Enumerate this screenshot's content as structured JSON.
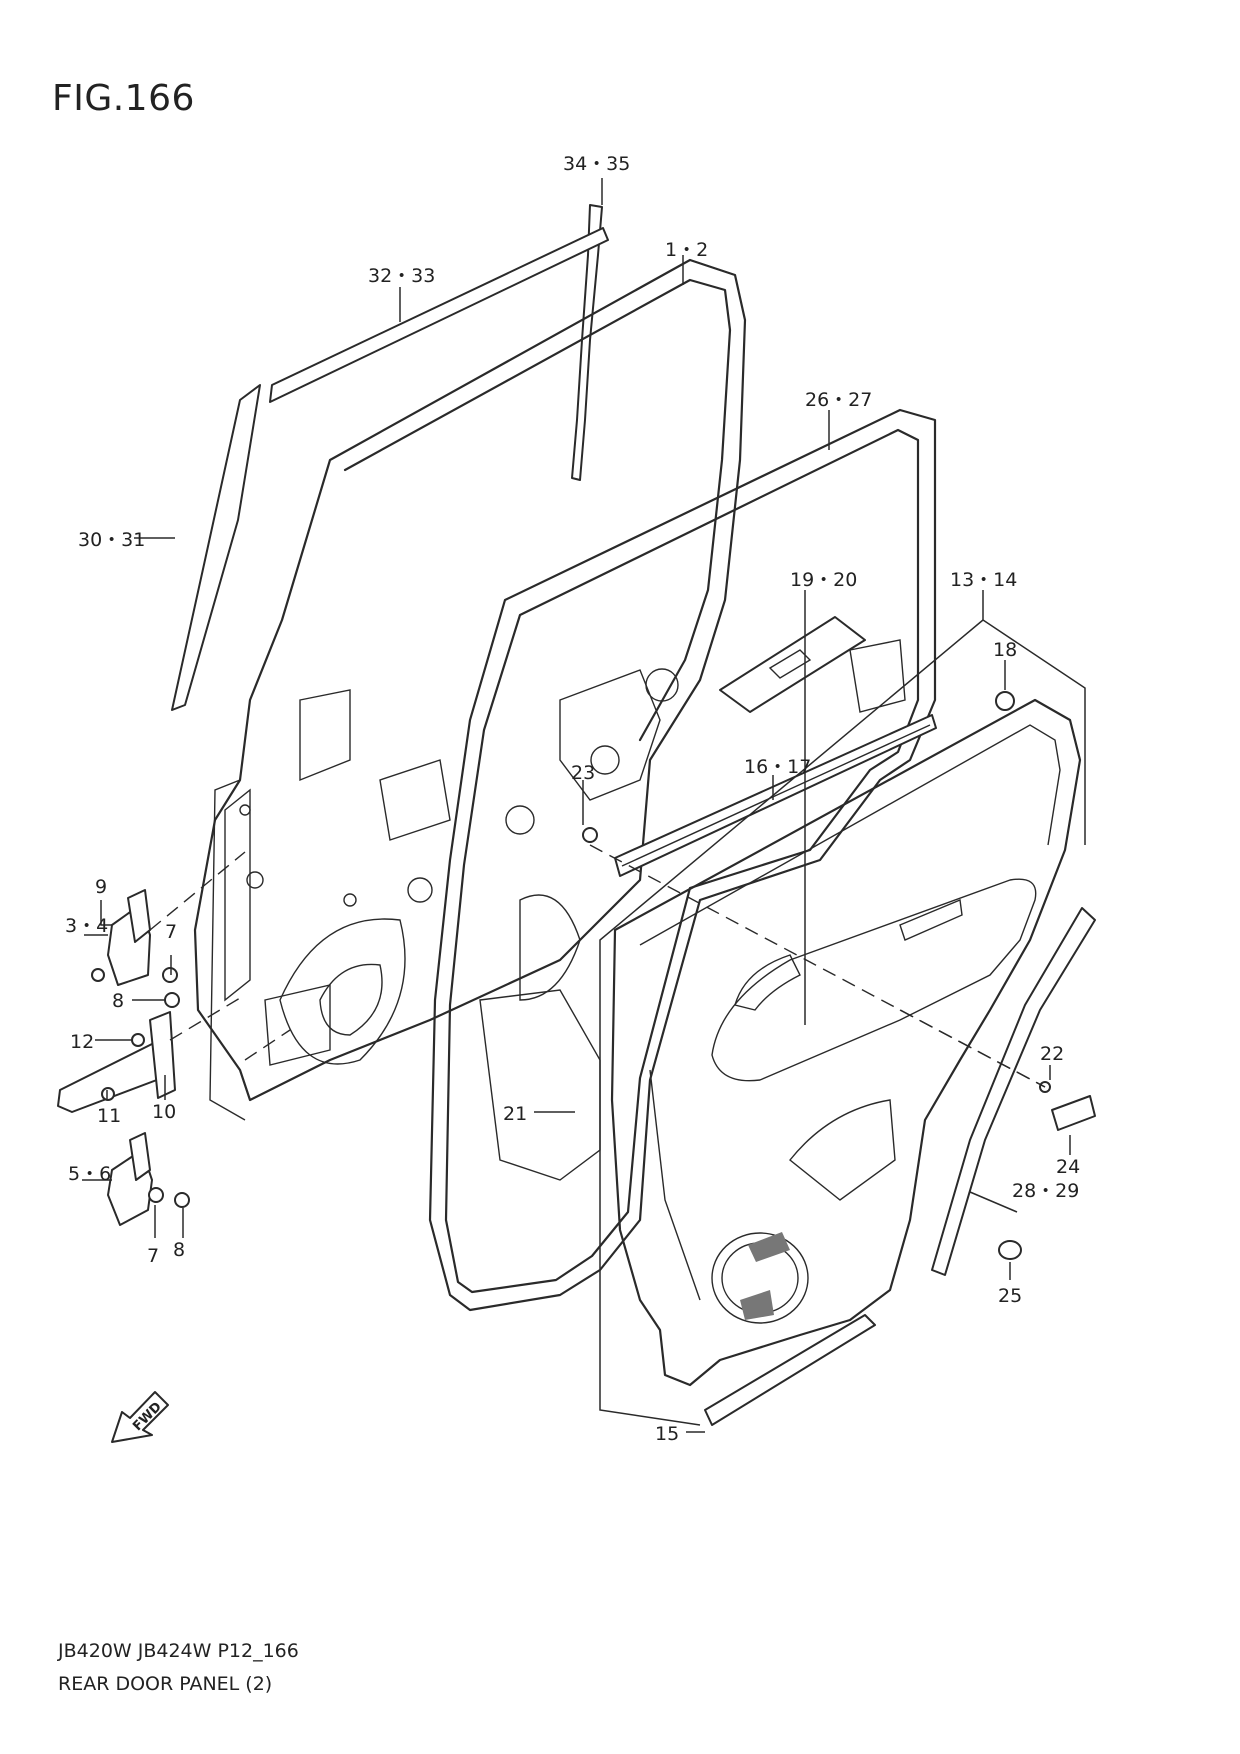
{
  "figure_title": "FIG.166",
  "footer": {
    "model_line": "JB420W JB424W P12_166",
    "panel_name": "REAR DOOR PANEL (2)"
  },
  "fwd_label": "FWD",
  "callouts": {
    "c1_2": "1・2",
    "c3_4": "3・4",
    "c5_6": "5・6",
    "c7a": "7",
    "c7b": "7",
    "c8a": "8",
    "c8b": "8",
    "c9": "9",
    "c10": "10",
    "c11": "11",
    "c12": "12",
    "c13_14": "13・14",
    "c15": "15",
    "c16_17": "16・17",
    "c18": "18",
    "c19_20": "19・20",
    "c21": "21",
    "c22": "22",
    "c23": "23",
    "c24": "24",
    "c25": "25",
    "c26_27": "26・27",
    "c28_29": "28・29",
    "c30_31": "30・31",
    "c32_33": "32・33",
    "c34_35": "34・35"
  }
}
